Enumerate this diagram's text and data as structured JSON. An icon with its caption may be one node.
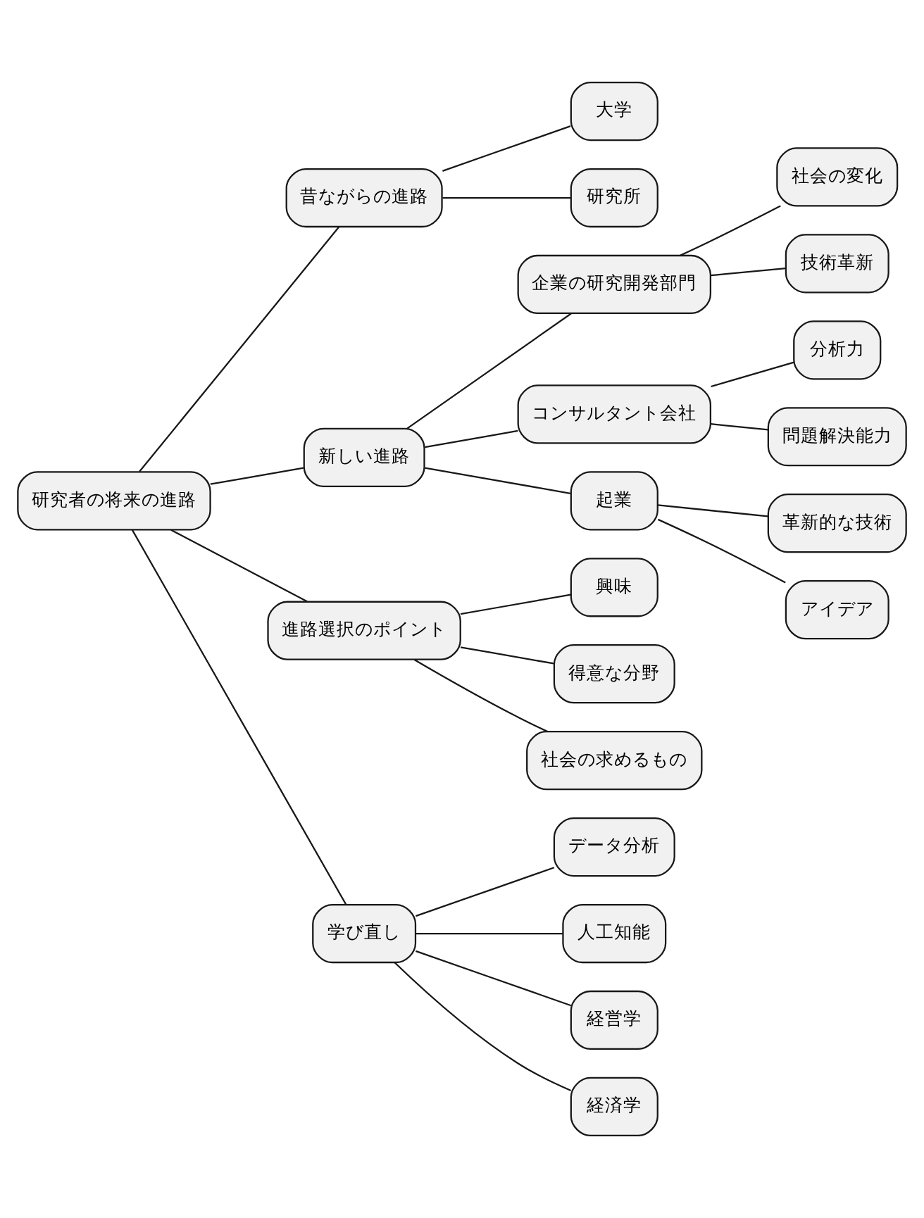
{
  "diagram": {
    "nodes": [
      {
        "text": [
          "研究者の将来の進路"
        ]
      },
      {
        "text": [
          "昔ながらの進路"
        ]
      },
      {
        "text": [
          "大学"
        ]
      },
      {
        "text": [
          "研究所"
        ]
      },
      {
        "text": [
          "新しい進路"
        ]
      },
      {
        "text": [
          "企業の研究開発部門"
        ]
      },
      {
        "text": [
          "社会の変化"
        ]
      },
      {
        "text": [
          "技術革新"
        ]
      },
      {
        "text": [
          "コンサルタント会社"
        ]
      },
      {
        "text": [
          "分析力"
        ]
      },
      {
        "text": [
          "問題解決能力"
        ]
      },
      {
        "text": [
          "起業"
        ]
      },
      {
        "text": [
          "革新的な技術"
        ]
      },
      {
        "text": [
          "アイデア"
        ]
      },
      {
        "text": [
          "進路選択のポイント"
        ]
      },
      {
        "text": [
          "興味"
        ]
      },
      {
        "text": [
          "得意な分野"
        ]
      },
      {
        "text": [
          "社会の求めるもの"
        ]
      },
      {
        "text": [
          "学び直し"
        ]
      },
      {
        "text": [
          "データ分析"
        ]
      },
      {
        "text": [
          "人工知能"
        ]
      },
      {
        "text": [
          "経営学"
        ]
      },
      {
        "text": [
          "経済学"
        ]
      }
    ],
    "edges": [
      {
        "from": 0,
        "to": 1,
        "arrow": "none"
      },
      {
        "from": 1,
        "to": 2,
        "arrow": "none"
      },
      {
        "from": 1,
        "to": 3,
        "arrow": "none"
      },
      {
        "from": 0,
        "to": 4,
        "arrow": "none"
      },
      {
        "from": 4,
        "to": 5,
        "arrow": "none"
      },
      {
        "from": 5,
        "to": 6,
        "arrow": "none"
      },
      {
        "from": 5,
        "to": 7,
        "arrow": "none"
      },
      {
        "from": 4,
        "to": 8,
        "arrow": "none"
      },
      {
        "from": 8,
        "to": 9,
        "arrow": "none"
      },
      {
        "from": 8,
        "to": 10,
        "arrow": "none"
      },
      {
        "from": 4,
        "to": 11,
        "arrow": "none"
      },
      {
        "from": 11,
        "to": 12,
        "arrow": "none"
      },
      {
        "from": 11,
        "to": 13,
        "arrow": "none"
      },
      {
        "from": 0,
        "to": 14,
        "arrow": "none"
      },
      {
        "from": 14,
        "to": 15,
        "arrow": "none"
      },
      {
        "from": 14,
        "to": 16,
        "arrow": "none"
      },
      {
        "from": 14,
        "to": 17,
        "arrow": "none"
      },
      {
        "from": 0,
        "to": 18,
        "arrow": "none"
      },
      {
        "from": 18,
        "to": 19,
        "arrow": "none"
      },
      {
        "from": 18,
        "to": 20,
        "arrow": "none"
      },
      {
        "from": 18,
        "to": 21,
        "arrow": "none"
      },
      {
        "from": 18,
        "to": 22,
        "arrow": "none"
      }
    ]
  }
}
